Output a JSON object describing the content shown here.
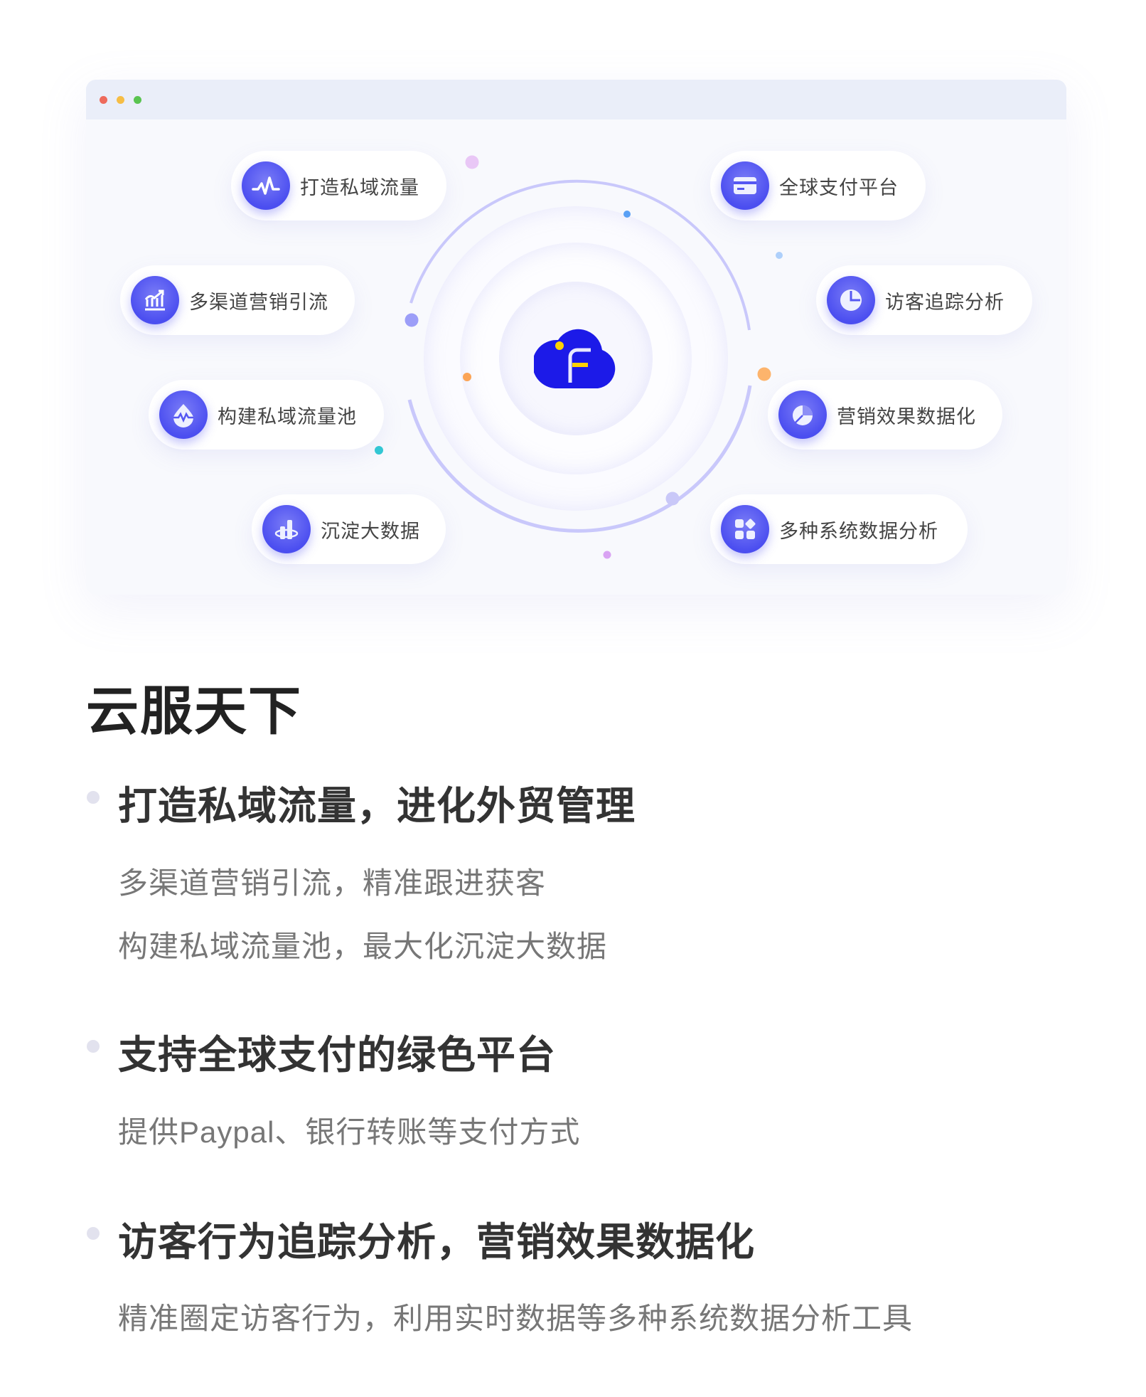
{
  "window": {
    "controls": [
      "close",
      "minimize",
      "maximize"
    ]
  },
  "features": [
    {
      "label": "打造私域流量",
      "icon": "pulse-icon"
    },
    {
      "label": "多渠道营销引流",
      "icon": "chart-growth-icon"
    },
    {
      "label": "构建私域流量池",
      "icon": "drop-pulse-icon"
    },
    {
      "label": "沉淀大数据",
      "icon": "data-bars-icon"
    },
    {
      "label": "全球支付平台",
      "icon": "credit-card-icon"
    },
    {
      "label": "访客追踪分析",
      "icon": "pie-clock-icon"
    },
    {
      "label": "营销效果数据化",
      "icon": "pie-chart-icon"
    },
    {
      "label": "多种系统数据分析",
      "icon": "apps-grid-icon"
    }
  ],
  "colors": {
    "accent": "#4b4ef0",
    "logo": "#1c1ae8",
    "logo_accent": "#ffd200"
  },
  "content": {
    "title": "云服天下",
    "sections": [
      {
        "heading": "打造私域流量，进化外贸管理",
        "lines": [
          "多渠道营销引流，精准跟进获客",
          "构建私域流量池，最大化沉淀大数据"
        ]
      },
      {
        "heading": "支持全球支付的绿色平台",
        "lines": [
          "提供Paypal、银行转账等支付方式"
        ]
      },
      {
        "heading": "访客行为追踪分析，营销效果数据化",
        "lines": [
          "精准圈定访客行为，利用实时数据等多种系统数据分析工具"
        ]
      }
    ]
  }
}
